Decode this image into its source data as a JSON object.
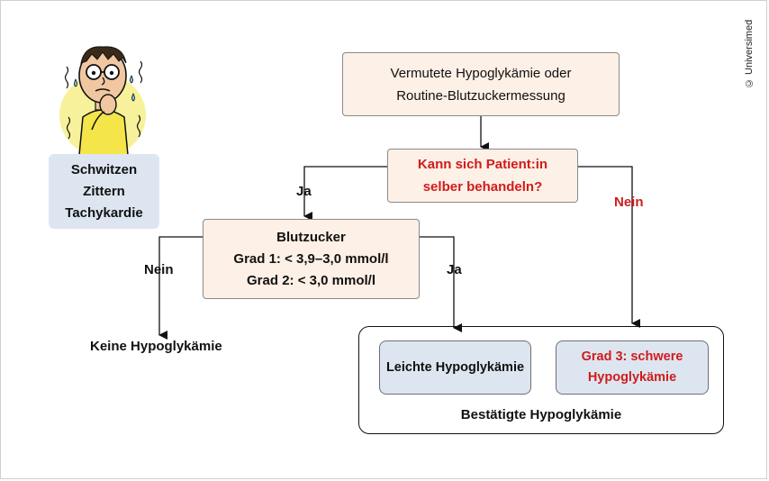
{
  "start": {
    "line1": "Vermutete Hypoglykämie oder",
    "line2": "Routine-Blutzuckermessung"
  },
  "question": {
    "line1": "Kann sich Patient:in",
    "line2": "selber behandeln?"
  },
  "bz": {
    "title": "Blutzucker",
    "line1": "Grad 1: < 3,9–3,0 mmol/l",
    "line2": "Grad 2: < 3,0 mmol/l"
  },
  "symptoms": {
    "line1": "Schwitzen",
    "line2": "Zittern",
    "line3": "Tachykardie"
  },
  "labels": {
    "ja_top": "Ja",
    "nein_right": "Nein",
    "nein_left": "Nein",
    "ja_bottom": "Ja"
  },
  "keine": "Keine Hypoglykämie",
  "leicht": "Leichte Hypoglykämie",
  "grad3": {
    "line1": "Grad 3: schwere",
    "line2": "Hypoglykämie"
  },
  "confirmed": "Bestätigte Hypoglykämie",
  "copyright": "© Universimed",
  "colors": {
    "peach_fill": "#fdf0e6",
    "blue_fill": "#dde6f0",
    "accent_red": "#d01c1c"
  }
}
